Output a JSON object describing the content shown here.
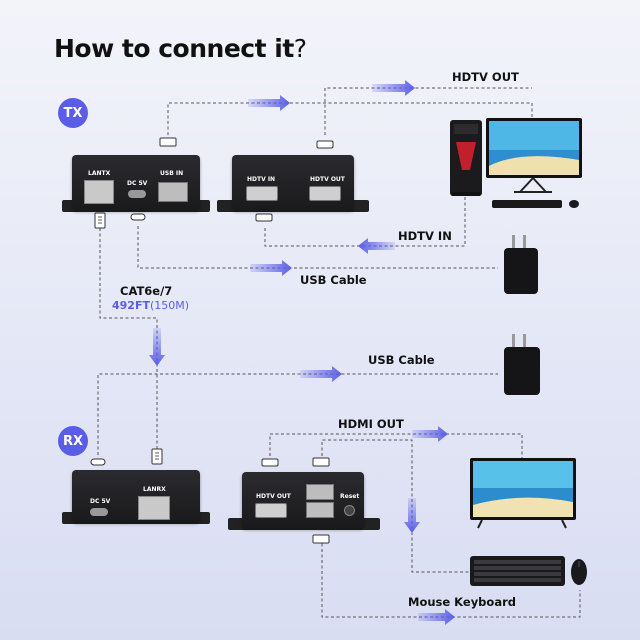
{
  "title": "How to connect it",
  "title_mark": "?",
  "tx_badge": "TX",
  "rx_badge": "RX",
  "labels": {
    "hdtv_out": "HDTV OUT",
    "hdtv_in": "HDTV IN",
    "usb_cable_tx": "USB Cable",
    "usb_cable_rx": "USB Cable",
    "hdmi_out": "HDMI OUT",
    "mouse_keyboard": "Mouse Keyboard",
    "cable_type": "CAT6e/7",
    "distance": "492FT",
    "distance_sub": "(150M)"
  },
  "ports": {
    "lantx": "LANTX",
    "dc5v_tx": "DC 5V",
    "usb_in": "USB IN",
    "hdtv_in": "HDTV IN",
    "hdtv_out_tx": "HDTV OUT",
    "dc5v_rx": "DC 5V",
    "lanrx": "LANRX",
    "hdtv_out_rx": "HDTV OUT",
    "reset": "Reset"
  },
  "colors": {
    "accent": "#5a5ee6",
    "device": "#1f1f22",
    "line": "#555555"
  }
}
